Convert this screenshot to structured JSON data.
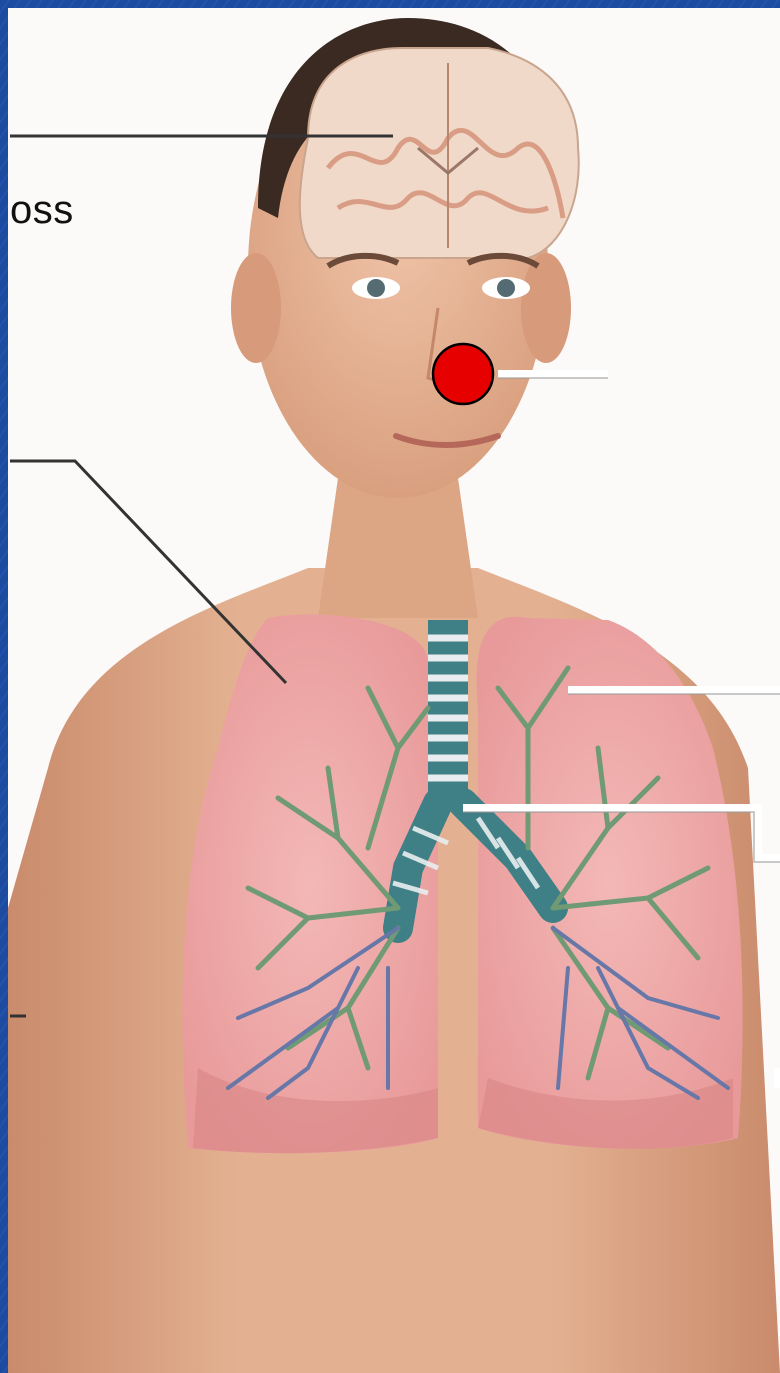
{
  "diagram": {
    "visible_label_fragments": [
      "oss"
    ],
    "colors": {
      "frame_blue": "#1f4fa3",
      "marker_red": "#e60000",
      "callout_white": "#ffffff",
      "leader_dark": "#333333",
      "skin": "#e8b79a",
      "lung_pink": "#efa6a6",
      "airway_teal": "#3f7f86"
    },
    "markers": [
      {
        "name": "nose-marker",
        "icon": "red-circle-marker"
      }
    ]
  }
}
